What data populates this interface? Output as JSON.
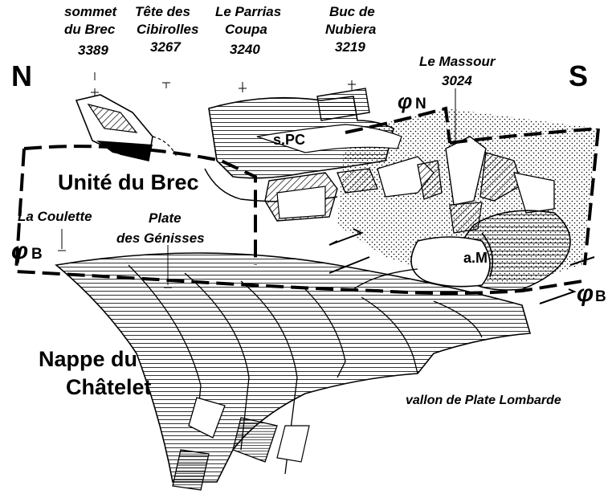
{
  "orientation": {
    "north": "N",
    "south": "S"
  },
  "peaks": [
    {
      "name_line1": "sommet",
      "name_line2": "du Brec",
      "altitude": "3389"
    },
    {
      "name_line1": "Tête des",
      "name_line2": "Cibirolles",
      "altitude": "3267"
    },
    {
      "name_line1": "Le Parrias",
      "name_line2": "Coupa",
      "altitude": "3240"
    },
    {
      "name_line1": "Buc de",
      "name_line2": "Nubiera",
      "altitude": "3219"
    },
    {
      "name_line1": "Le Massour",
      "altitude": "3024"
    }
  ],
  "units": {
    "brec": "Unité du Brec",
    "chatelet_line1": "Nappe du",
    "chatelet_line2": "Châtelet"
  },
  "places": {
    "coulette": "La Coulette",
    "genisses_line1": "Plate",
    "genisses_line2": "des Génisses",
    "vallon": "vallon de Plate Lombarde"
  },
  "structures": {
    "spc": "s.PC",
    "am": "a.M",
    "phi_n_symbol": "φ",
    "phi_n_letter": "N",
    "phi_b_symbol": "φ",
    "phi_b_letter": "B"
  }
}
